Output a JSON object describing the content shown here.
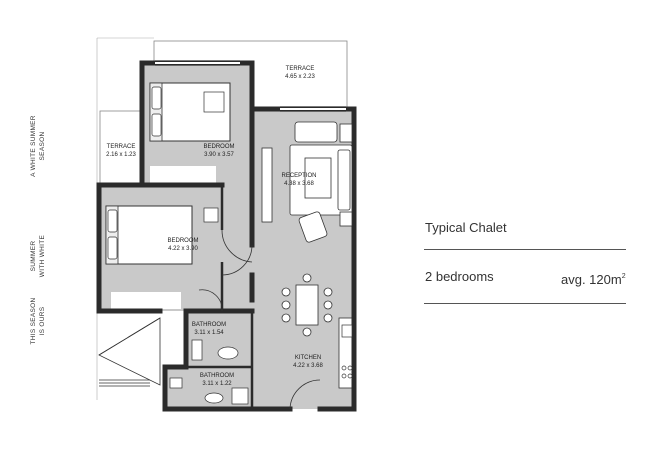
{
  "side_text": [
    [
      "A WHITE SUMMER",
      "SEASON"
    ],
    [
      "SUMMER",
      "WITH WHITE"
    ],
    [
      "THIS SEASON",
      "IS OURS"
    ]
  ],
  "rooms": {
    "terrace_top": {
      "name": "TERRACE",
      "size": "4.65 x 2.23"
    },
    "terrace_left": {
      "name": "TERRACE",
      "size": "2.16 x 1.23"
    },
    "bedroom_1": {
      "name": "BEDROOM",
      "size": "3.90 x 3.57"
    },
    "reception": {
      "name": "RECEPTION",
      "size": "4.38 x 3.68"
    },
    "bedroom_2": {
      "name": "BEDROOM",
      "size": "4.22 x 3.90"
    },
    "bathroom_1": {
      "name": "BATHROOM",
      "size": "3.11 x 1.54"
    },
    "kitchen": {
      "name": "KITCHEN",
      "size": "4.22 x 3.68"
    },
    "bathroom_2": {
      "name": "BATHROOM",
      "size": "3.11 x 1.22"
    }
  },
  "info": {
    "title": "Typical Chalet",
    "bedrooms": "2 bedrooms",
    "area": "avg. 120m",
    "area_sup": "2"
  },
  "colors": {
    "floor": "#c9c9c9",
    "wall": "#2b2b2b",
    "terrace": "#ffffff",
    "divider": "#555555"
  }
}
